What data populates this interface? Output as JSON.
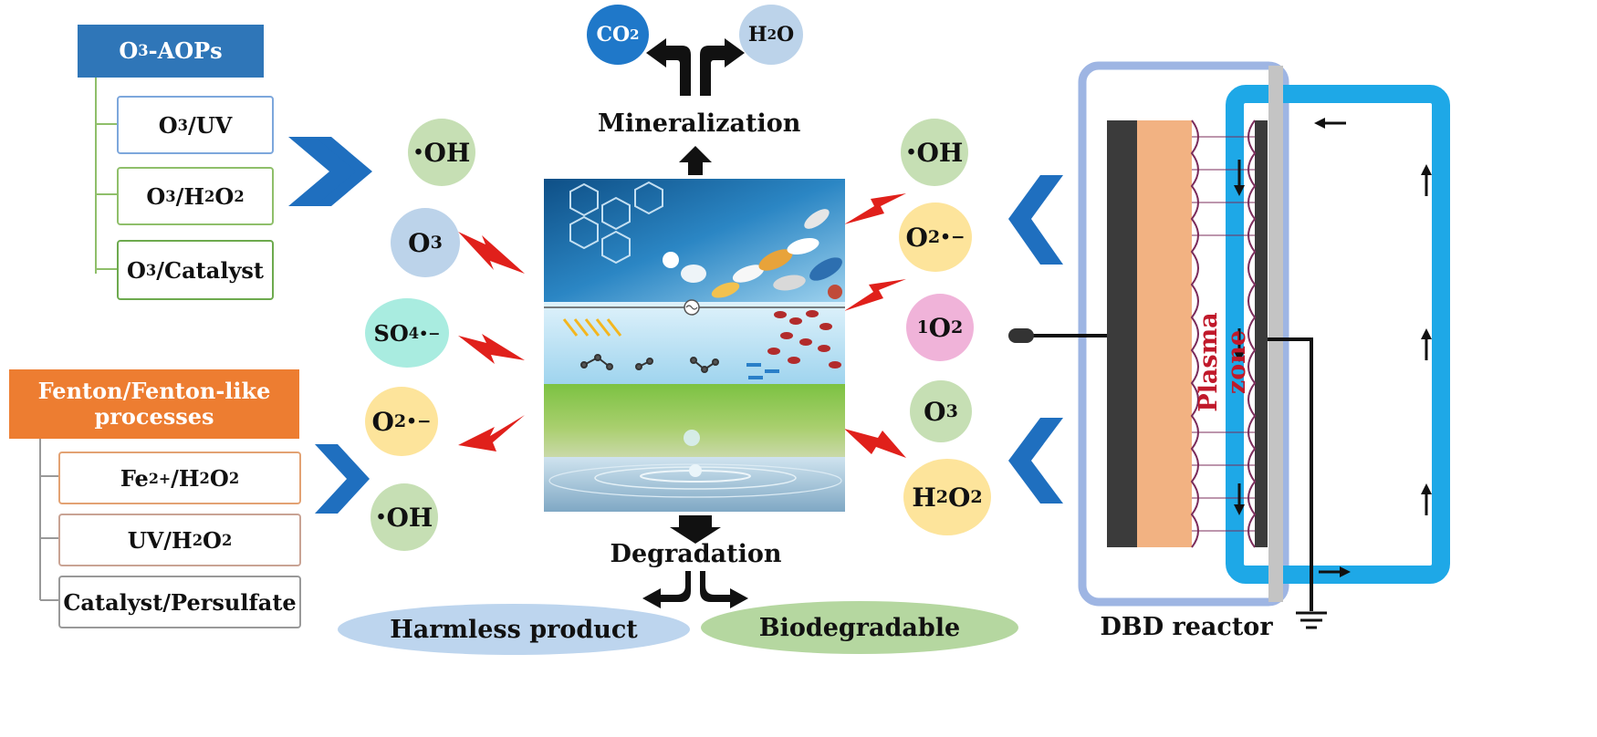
{
  "o3_aops": {
    "header": {
      "pre": "O",
      "sub": "3",
      "post": "-AOPs"
    },
    "items": [
      {
        "pre": "O",
        "sub": "3",
        "post": "/UV"
      },
      {
        "pre": "O",
        "sub": "3",
        "mid": "/H",
        "sub2": "2",
        "mid2": "O",
        "sub3": "2"
      },
      {
        "pre": "O",
        "sub": "3",
        "post": "/Catalyst"
      }
    ]
  },
  "fenton": {
    "header_line1": "Fenton/Fenton-like",
    "header_line2": "processes",
    "items": [
      {
        "pre": "Fe",
        "sup": "2+",
        "mid": "/H",
        "sub": "2",
        "mid2": "O",
        "sub2": "2"
      },
      {
        "pre": "UV/H",
        "sub": "2",
        "mid": "O",
        "sub2": "2"
      },
      {
        "text": "Catalyst/Persulfate"
      }
    ]
  },
  "species_left": {
    "oh_top": "OH",
    "o3": {
      "pre": "O",
      "sub": "3"
    },
    "so4": {
      "pre": "SO",
      "sub": "4",
      "sup": "•−"
    },
    "o2_radical": {
      "pre": "O",
      "sub": "2",
      "sup": "•−"
    },
    "oh_bottom": "OH",
    "radical_dot": "•"
  },
  "species_right": {
    "oh": "OH",
    "o2_radical": {
      "pre": "O",
      "sub": "2",
      "sup": "•−"
    },
    "singlet_o2": {
      "sup": "1",
      "pre": "O",
      "sub": "2"
    },
    "o3": {
      "pre": "O",
      "sub": "3"
    },
    "h2o2": {
      "pre": "H",
      "sub": "2",
      "mid": "O",
      "sub2": "2"
    },
    "radical_dot": "•"
  },
  "mineralization": {
    "label": "Mineralization",
    "co2": {
      "pre": "CO",
      "sub": "2"
    },
    "h2o": {
      "pre": "H",
      "sub": "2",
      "post": "O"
    }
  },
  "degradation": {
    "label": "Degradation",
    "harmless": "Harmless product",
    "biodegradable": "Biodegradable"
  },
  "reactor": {
    "plasma_zone": "Plasma zone",
    "caption": "DBD reactor"
  },
  "colors": {
    "blue_header": "#2f76b8",
    "orange_header": "#ed7d31",
    "chevron": "#1f6fbf",
    "lightning": "#e0201b",
    "oh_green": "#c6dfb4",
    "o3_blue": "#bcd3ea",
    "so4_teal": "#a9ece0",
    "o2_yellow": "#fde49b",
    "singlet_pink": "#f0b3d9",
    "h2o2_yellow": "#fde49b",
    "co2_blue": "#1f78c9",
    "h2o_light": "#bcd3ea",
    "harmless_ellipse": "#bdd5ee",
    "bio_ellipse": "#b5d7a0",
    "reactor_frame": "#9eb5e3",
    "reactor_loop": "#1ea8e7",
    "electrode_dark": "#3b3b3b",
    "dielectric": "#f2b282"
  }
}
